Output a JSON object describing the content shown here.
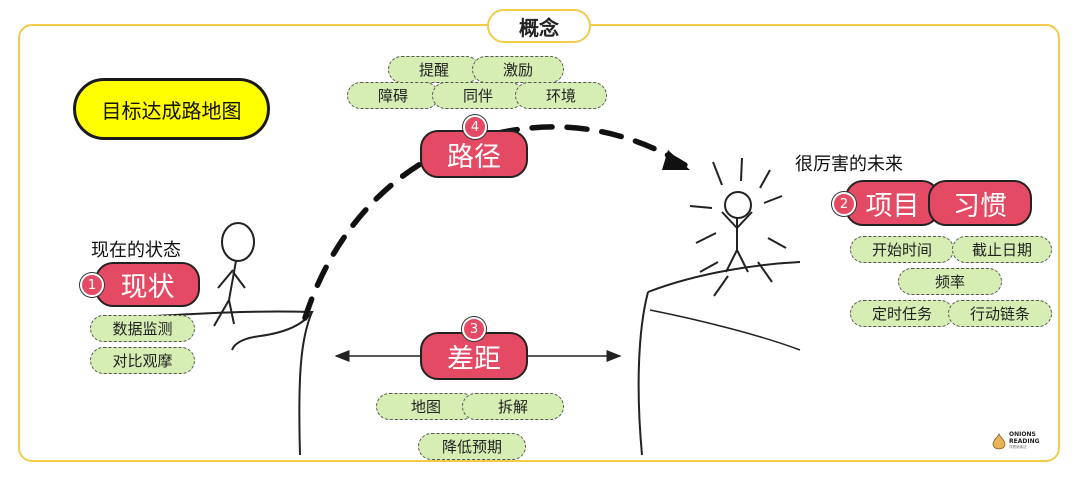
{
  "title": "概念",
  "goal_map": "目标达成路地图",
  "current": {
    "caption": "现在的状态",
    "number": "1",
    "label": "现状",
    "tags": [
      "数据监测",
      "对比观摩"
    ]
  },
  "future": {
    "caption": "很厉害的未来",
    "number": "2",
    "labels": [
      "项目",
      "习惯"
    ],
    "tags": [
      "开始时间",
      "截止日期",
      "频率",
      "定时任务",
      "行动链条"
    ]
  },
  "gap": {
    "number": "3",
    "label": "差距",
    "tags": [
      "地图",
      "拆解",
      "降低预期"
    ]
  },
  "path": {
    "number": "4",
    "label": "路径",
    "tags": [
      "提醒",
      "激励",
      "障碍",
      "同伴",
      "环境"
    ]
  },
  "logo": {
    "line1": "ONIONS",
    "line2": "READING",
    "line3": "洋葱阅读法"
  },
  "colors": {
    "frame": "#f2cb4b",
    "highlight": "#ffff00",
    "badge": "#e44a63",
    "tag": "#d6edb3"
  }
}
